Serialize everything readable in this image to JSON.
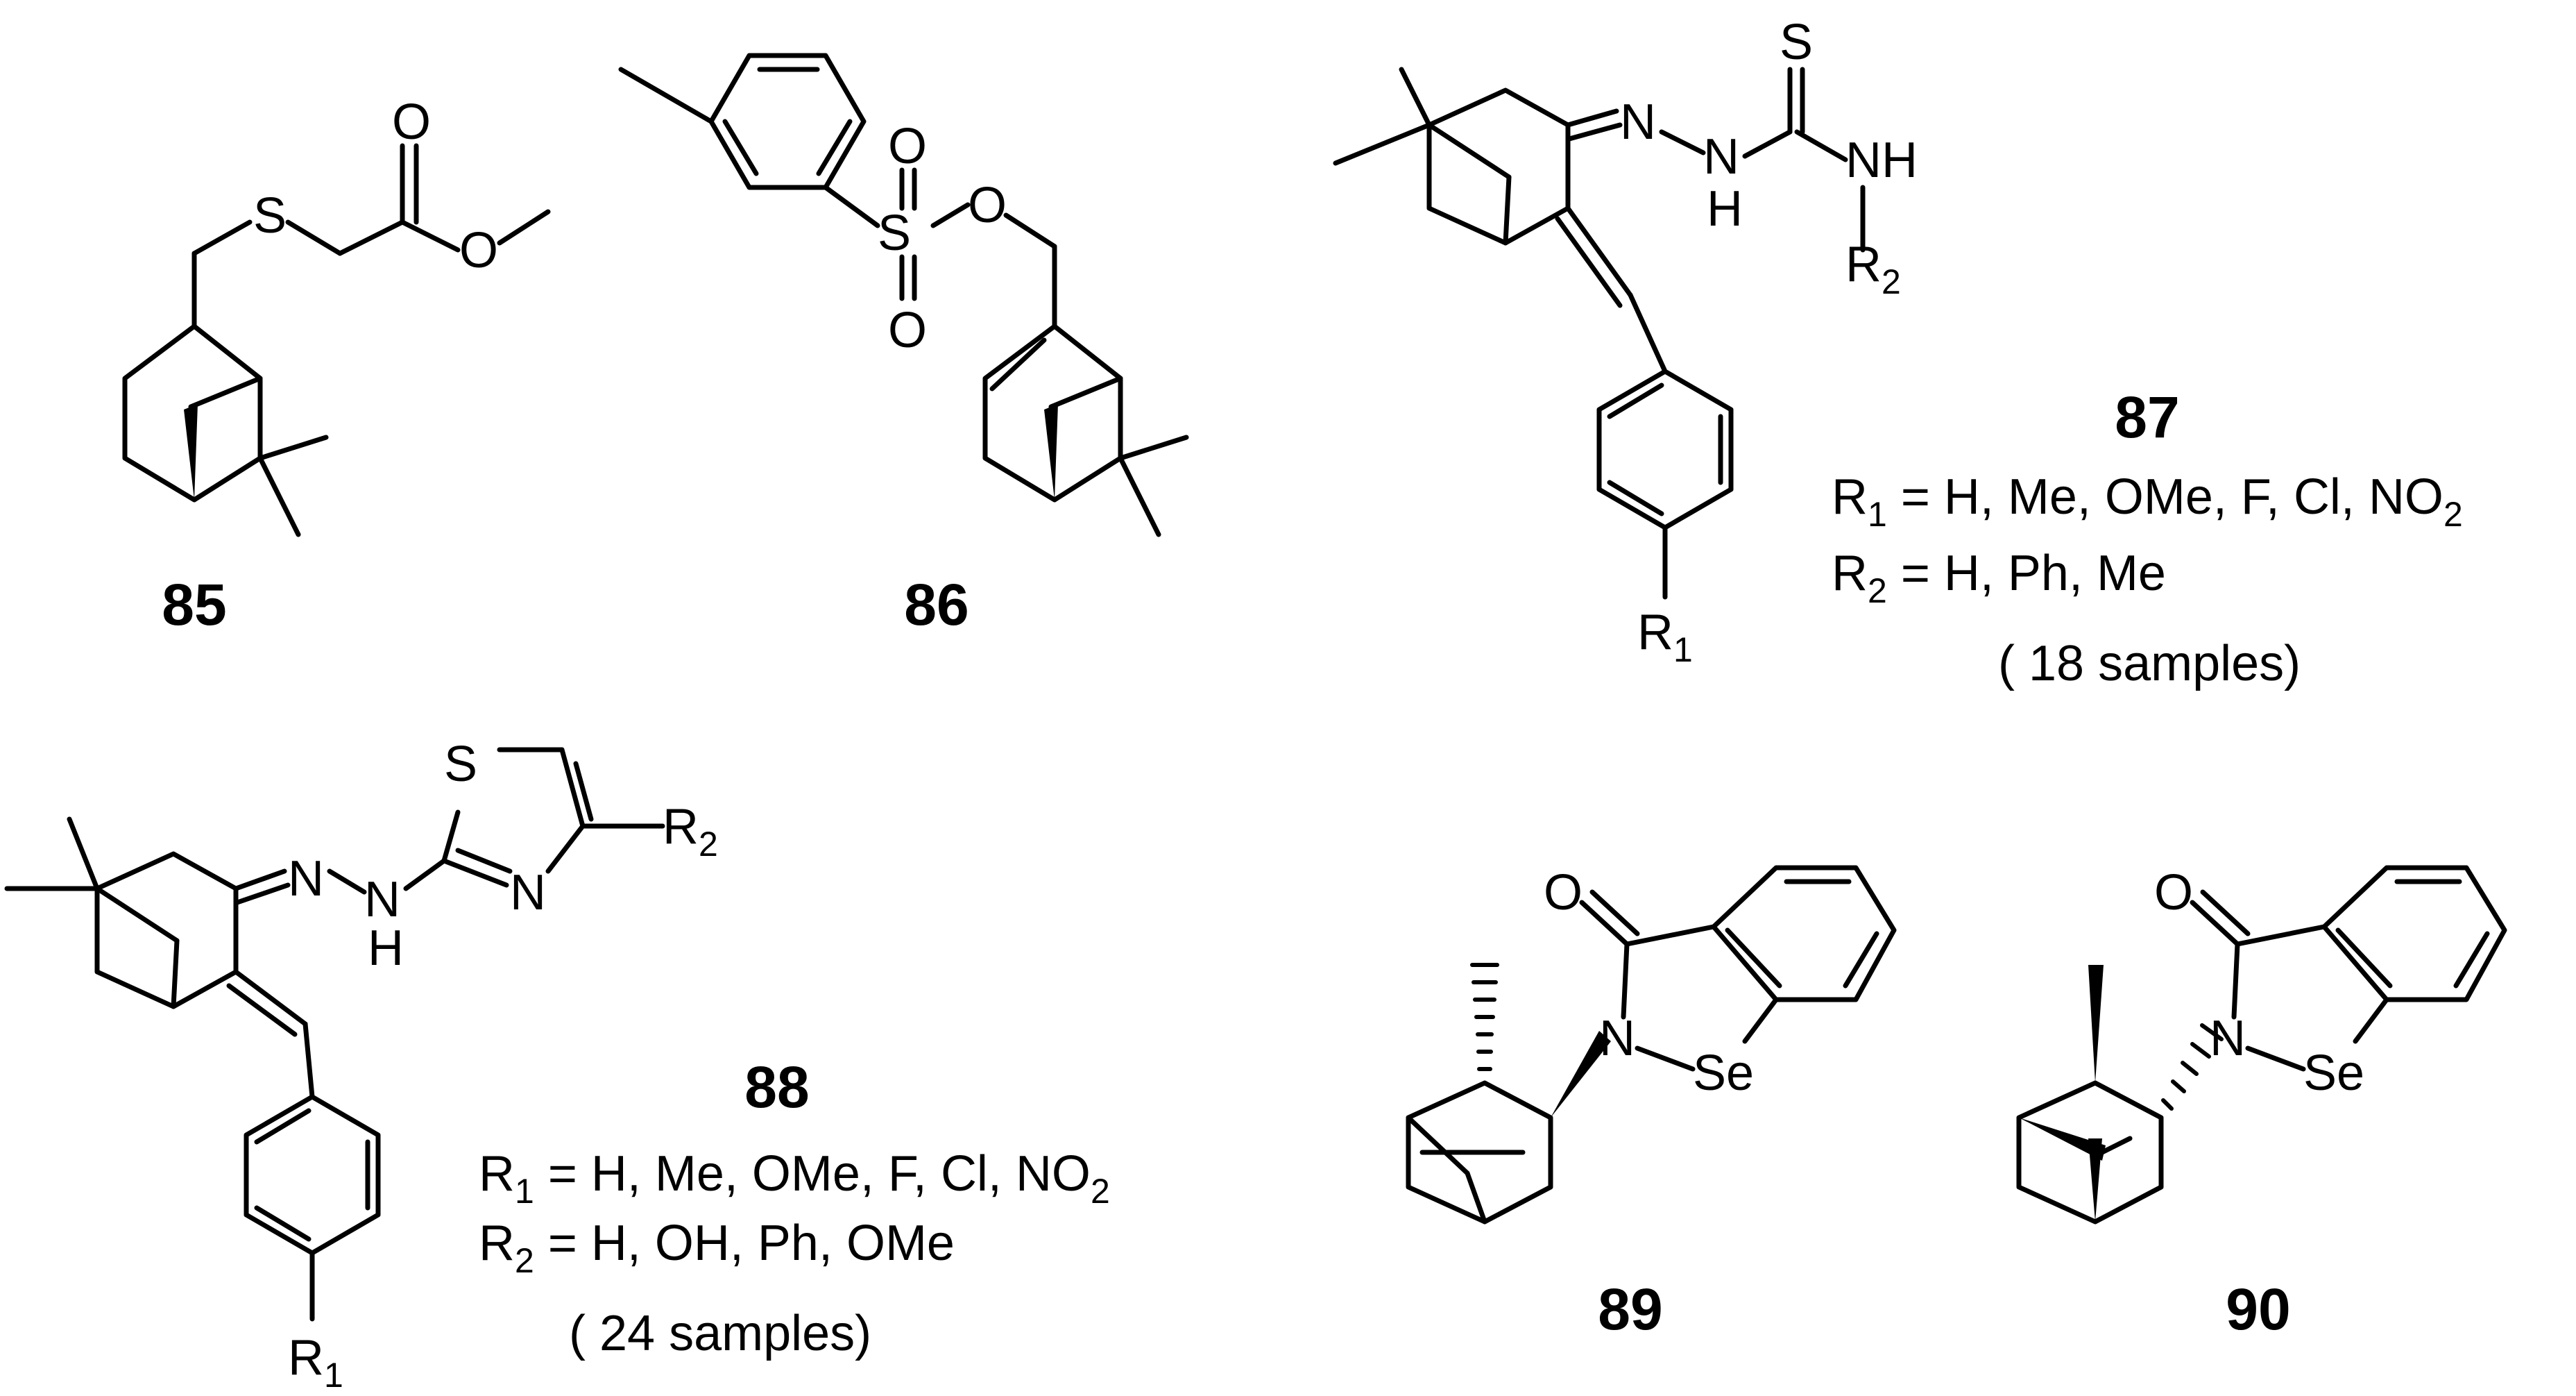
{
  "atoms": {
    "O": "O",
    "S": "S",
    "N": "N",
    "H": "H",
    "Se": "Se",
    "NH": "NH",
    "R": "R",
    "sub1": "1",
    "sub2": "2"
  },
  "compounds": {
    "c85": {
      "id": "85"
    },
    "c86": {
      "id": "86"
    },
    "c87": {
      "id": "87",
      "r1_sub": "1",
      "r1_text": " = H, Me, OMe, F, Cl, NO",
      "r1_tail_sub": "2",
      "r2_sub": "2",
      "r2_text": " = H, Ph, Me",
      "samples": "( 18 samples)"
    },
    "c88": {
      "id": "88",
      "r1_sub": "1",
      "r1_text": " = H, Me, OMe, F, Cl, NO",
      "r1_tail_sub": "2",
      "r2_sub": "2",
      "r2_text": " = H, OH, Ph, OMe",
      "samples": "( 24 samples)"
    },
    "c89": {
      "id": "89"
    },
    "c90": {
      "id": "90"
    }
  }
}
